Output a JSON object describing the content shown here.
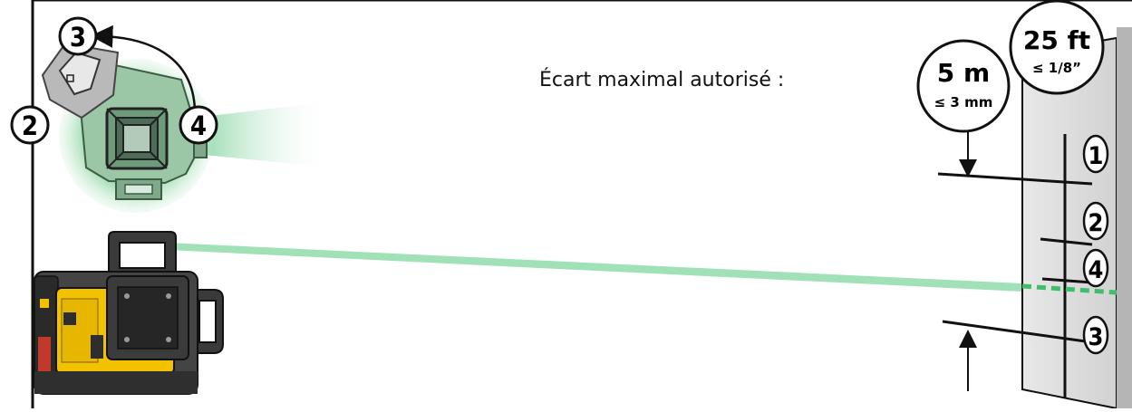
{
  "caption": "Écart maximal autorisé :",
  "tolerance_metric": {
    "distance": "5 m",
    "deviation": "≤ 3 mm"
  },
  "tolerance_imperial": {
    "distance": "25 ft",
    "deviation": "≤ 1/8”"
  },
  "markers": {
    "top_view": [
      "2",
      "3",
      "4"
    ],
    "wall": [
      "1",
      "2",
      "4",
      "3"
    ]
  },
  "colors": {
    "laser_green": "#7ed6a0",
    "tool_yellow": "#f2c200",
    "tool_dark": "#3a3a3a",
    "wall_gray": "#dcdcdc"
  }
}
